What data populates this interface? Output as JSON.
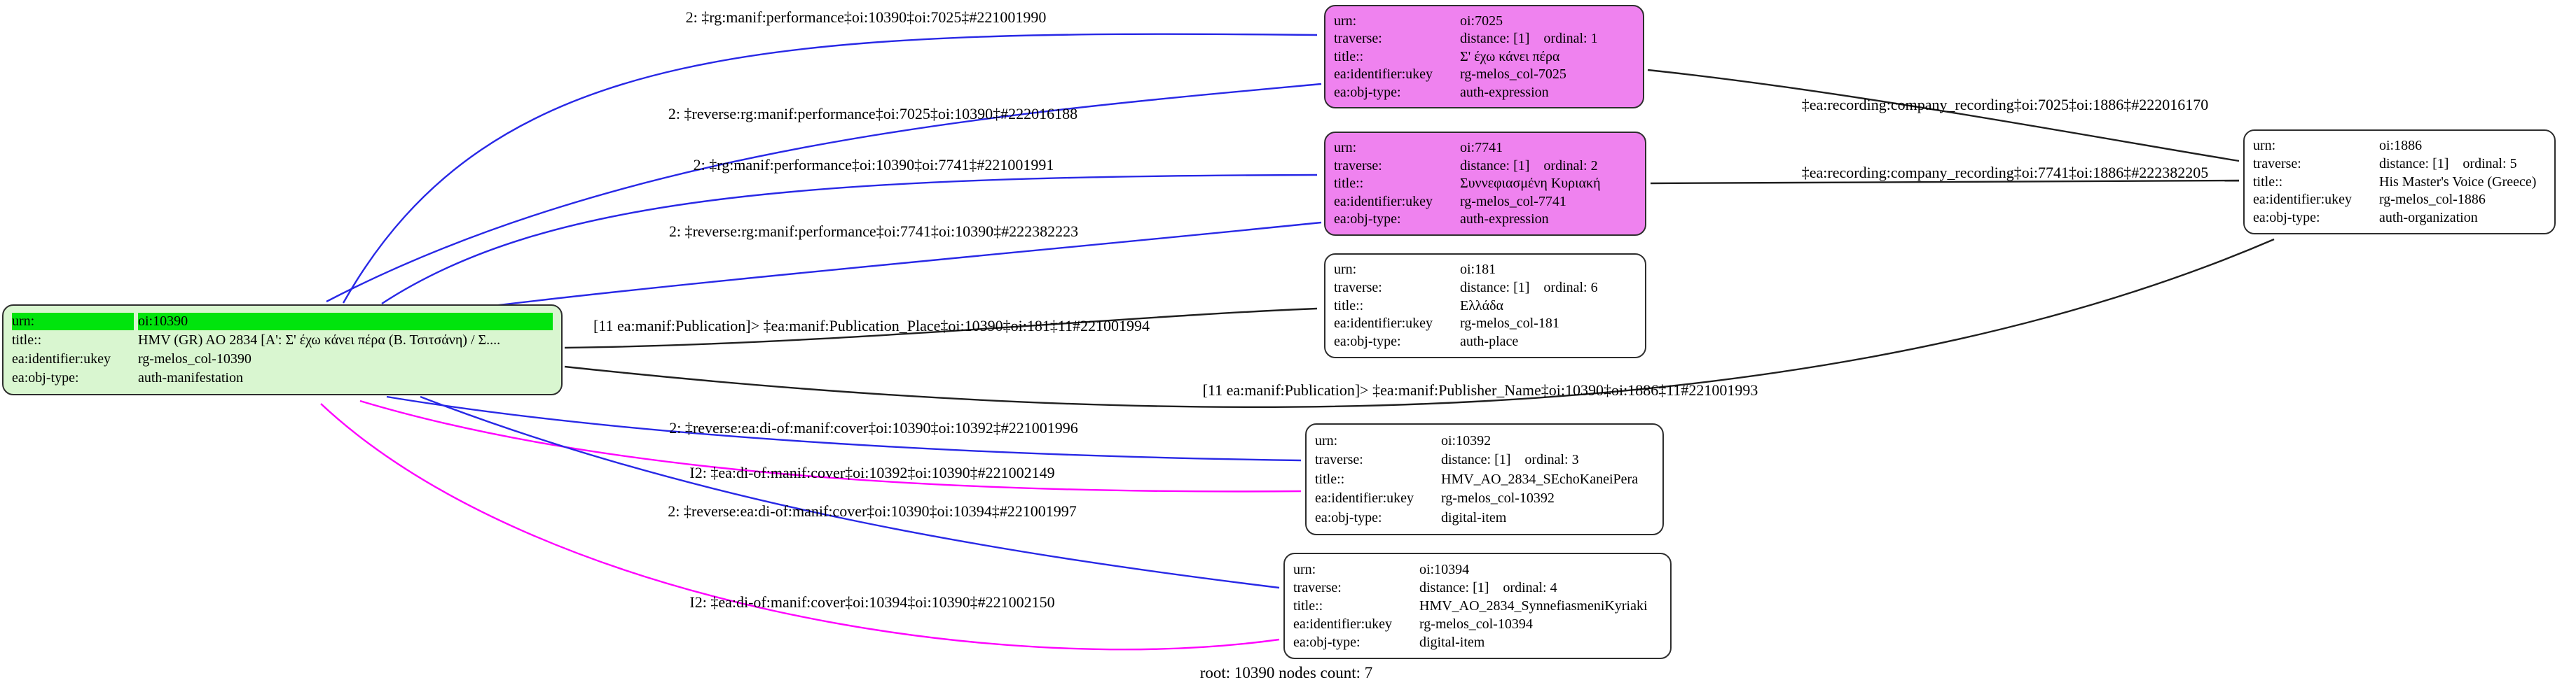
{
  "caption": "root: 10390 nodes count: 7",
  "colors": {
    "root_fill": "#d9f6d0",
    "root_urn_highlight": "#00e40d",
    "expression_fill": "#ef82ef",
    "default_node_fill": "#ffffff",
    "edge_blue": "#2828e6",
    "edge_magenta": "#ff00ff",
    "edge_black": "#1f1f1f"
  },
  "nodes": [
    {
      "id": "oi:10390",
      "kind": "root-manifestation",
      "rows": [
        {
          "key": "urn:",
          "value": "oi:10390"
        },
        {
          "key": "title::",
          "value": "HMV (GR) AO 2834 [Α': Σ' έχω κάνει πέρα (Β. Τσιτσάνη) / Σ...."
        },
        {
          "key": "ea:identifier:ukey",
          "value": "rg-melos_col-10390"
        },
        {
          "key": "ea:obj-type:",
          "value": "auth-manifestation"
        }
      ]
    },
    {
      "id": "oi:7025",
      "kind": "expression",
      "rows": [
        {
          "key": "urn:",
          "value": "oi:7025"
        },
        {
          "key": "traverse:",
          "value": "distance: [1]    ordinal: 1"
        },
        {
          "key": "title::",
          "value": "Σ' έχω κάνει πέρα"
        },
        {
          "key": "ea:identifier:ukey",
          "value": "rg-melos_col-7025"
        },
        {
          "key": "ea:obj-type:",
          "value": "auth-expression"
        }
      ]
    },
    {
      "id": "oi:7741",
      "kind": "expression",
      "rows": [
        {
          "key": "urn:",
          "value": "oi:7741"
        },
        {
          "key": "traverse:",
          "value": "distance: [1]    ordinal: 2"
        },
        {
          "key": "title::",
          "value": "Συννεφιασμένη Κυριακή"
        },
        {
          "key": "ea:identifier:ukey",
          "value": "rg-melos_col-7741"
        },
        {
          "key": "ea:obj-type:",
          "value": "auth-expression"
        }
      ]
    },
    {
      "id": "oi:181",
      "kind": "place",
      "rows": [
        {
          "key": "urn:",
          "value": "oi:181"
        },
        {
          "key": "traverse:",
          "value": "distance: [1]    ordinal: 6"
        },
        {
          "key": "title::",
          "value": "Ελλάδα"
        },
        {
          "key": "ea:identifier:ukey",
          "value": "rg-melos_col-181"
        },
        {
          "key": "ea:obj-type:",
          "value": "auth-place"
        }
      ]
    },
    {
      "id": "oi:10392",
      "kind": "digital-item",
      "rows": [
        {
          "key": "urn:",
          "value": "oi:10392"
        },
        {
          "key": "traverse:",
          "value": "distance: [1]    ordinal: 3"
        },
        {
          "key": "title::",
          "value": "HMV_AO_2834_SEchoKaneiPera"
        },
        {
          "key": "ea:identifier:ukey",
          "value": "rg-melos_col-10392"
        },
        {
          "key": "ea:obj-type:",
          "value": "digital-item"
        }
      ]
    },
    {
      "id": "oi:10394",
      "kind": "digital-item",
      "rows": [
        {
          "key": "urn:",
          "value": "oi:10394"
        },
        {
          "key": "traverse:",
          "value": "distance: [1]    ordinal: 4"
        },
        {
          "key": "title::",
          "value": "HMV_AO_2834_SynnefiasmeniKyriaki"
        },
        {
          "key": "ea:identifier:ukey",
          "value": "rg-melos_col-10394"
        },
        {
          "key": "ea:obj-type:",
          "value": "digital-item"
        }
      ]
    },
    {
      "id": "oi:1886",
      "kind": "organization",
      "rows": [
        {
          "key": "urn:",
          "value": "oi:1886"
        },
        {
          "key": "traverse:",
          "value": "distance: [1]    ordinal: 5"
        },
        {
          "key": "title::",
          "value": "His Master's Voice (Greece)"
        },
        {
          "key": "ea:identifier:ukey",
          "value": "rg-melos_col-1886"
        },
        {
          "key": "ea:obj-type:",
          "value": "auth-organization"
        }
      ]
    }
  ],
  "edges": [
    {
      "label": "2: ‡rg:manif:performance‡oi:10390‡oi:7025‡#221001990",
      "color": "blue"
    },
    {
      "label": "2: ‡reverse:rg:manif:performance‡oi:7025‡oi:10390‡#222016188",
      "color": "blue"
    },
    {
      "label": "2: ‡rg:manif:performance‡oi:10390‡oi:7741‡#221001991",
      "color": "blue"
    },
    {
      "label": "2: ‡reverse:rg:manif:performance‡oi:7741‡oi:10390‡#222382223",
      "color": "blue"
    },
    {
      "label": "[11 ea:manif:Publication]> ‡ea:manif:Publication_Place‡oi:10390‡oi:181‡11#221001994",
      "color": "black"
    },
    {
      "label": "[11 ea:manif:Publication]> ‡ea:manif:Publisher_Name‡oi:10390‡oi:1886‡11#221001993",
      "color": "black"
    },
    {
      "label": "2: ‡reverse:ea:di-of:manif:cover‡oi:10390‡oi:10392‡#221001996",
      "color": "blue"
    },
    {
      "label": "I2: ‡ea:di-of:manif:cover‡oi:10392‡oi:10390‡#221002149",
      "color": "magenta"
    },
    {
      "label": "2: ‡reverse:ea:di-of:manif:cover‡oi:10390‡oi:10394‡#221001997",
      "color": "blue"
    },
    {
      "label": "I2: ‡ea:di-of:manif:cover‡oi:10394‡oi:10390‡#221002150",
      "color": "magenta"
    },
    {
      "label": "‡ea:recording:company_recording‡oi:7025‡oi:1886‡#222016170",
      "color": "black"
    },
    {
      "label": "‡ea:recording:company_recording‡oi:7741‡oi:1886‡#222382205",
      "color": "black"
    }
  ]
}
